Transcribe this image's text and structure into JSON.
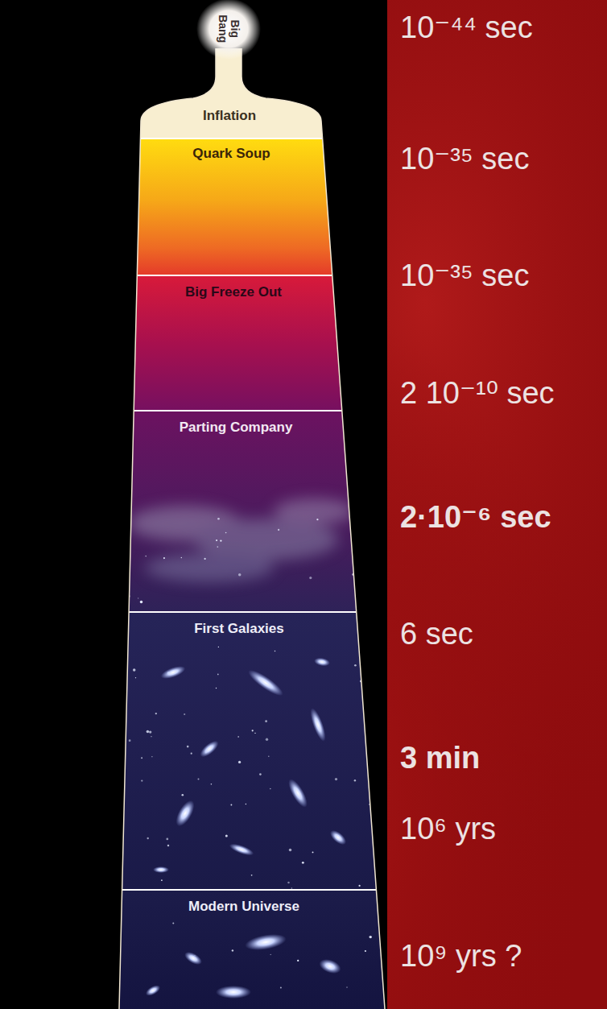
{
  "diagram": {
    "nodes": [
      {
        "text": [
          "Big Bang"
        ]
      },
      {
        "text": [
          "Inflation"
        ]
      },
      {
        "text": [
          "Quark Soup"
        ]
      },
      {
        "text": [
          "Big Freeze Out"
        ]
      },
      {
        "text": [
          "Parting Company"
        ]
      },
      {
        "text": [
          "First Galaxies"
        ]
      },
      {
        "text": [
          "Modern Universe"
        ]
      }
    ],
    "labels": [
      "10⁻⁴⁴ sec",
      "10⁻³⁵ sec",
      "10⁻³⁵ sec",
      "2 10⁻¹⁰ sec",
      "2·10⁻⁶ sec",
      "6 sec",
      "3 min",
      "10⁶ yrs",
      "10⁹ yrs ?"
    ]
  }
}
